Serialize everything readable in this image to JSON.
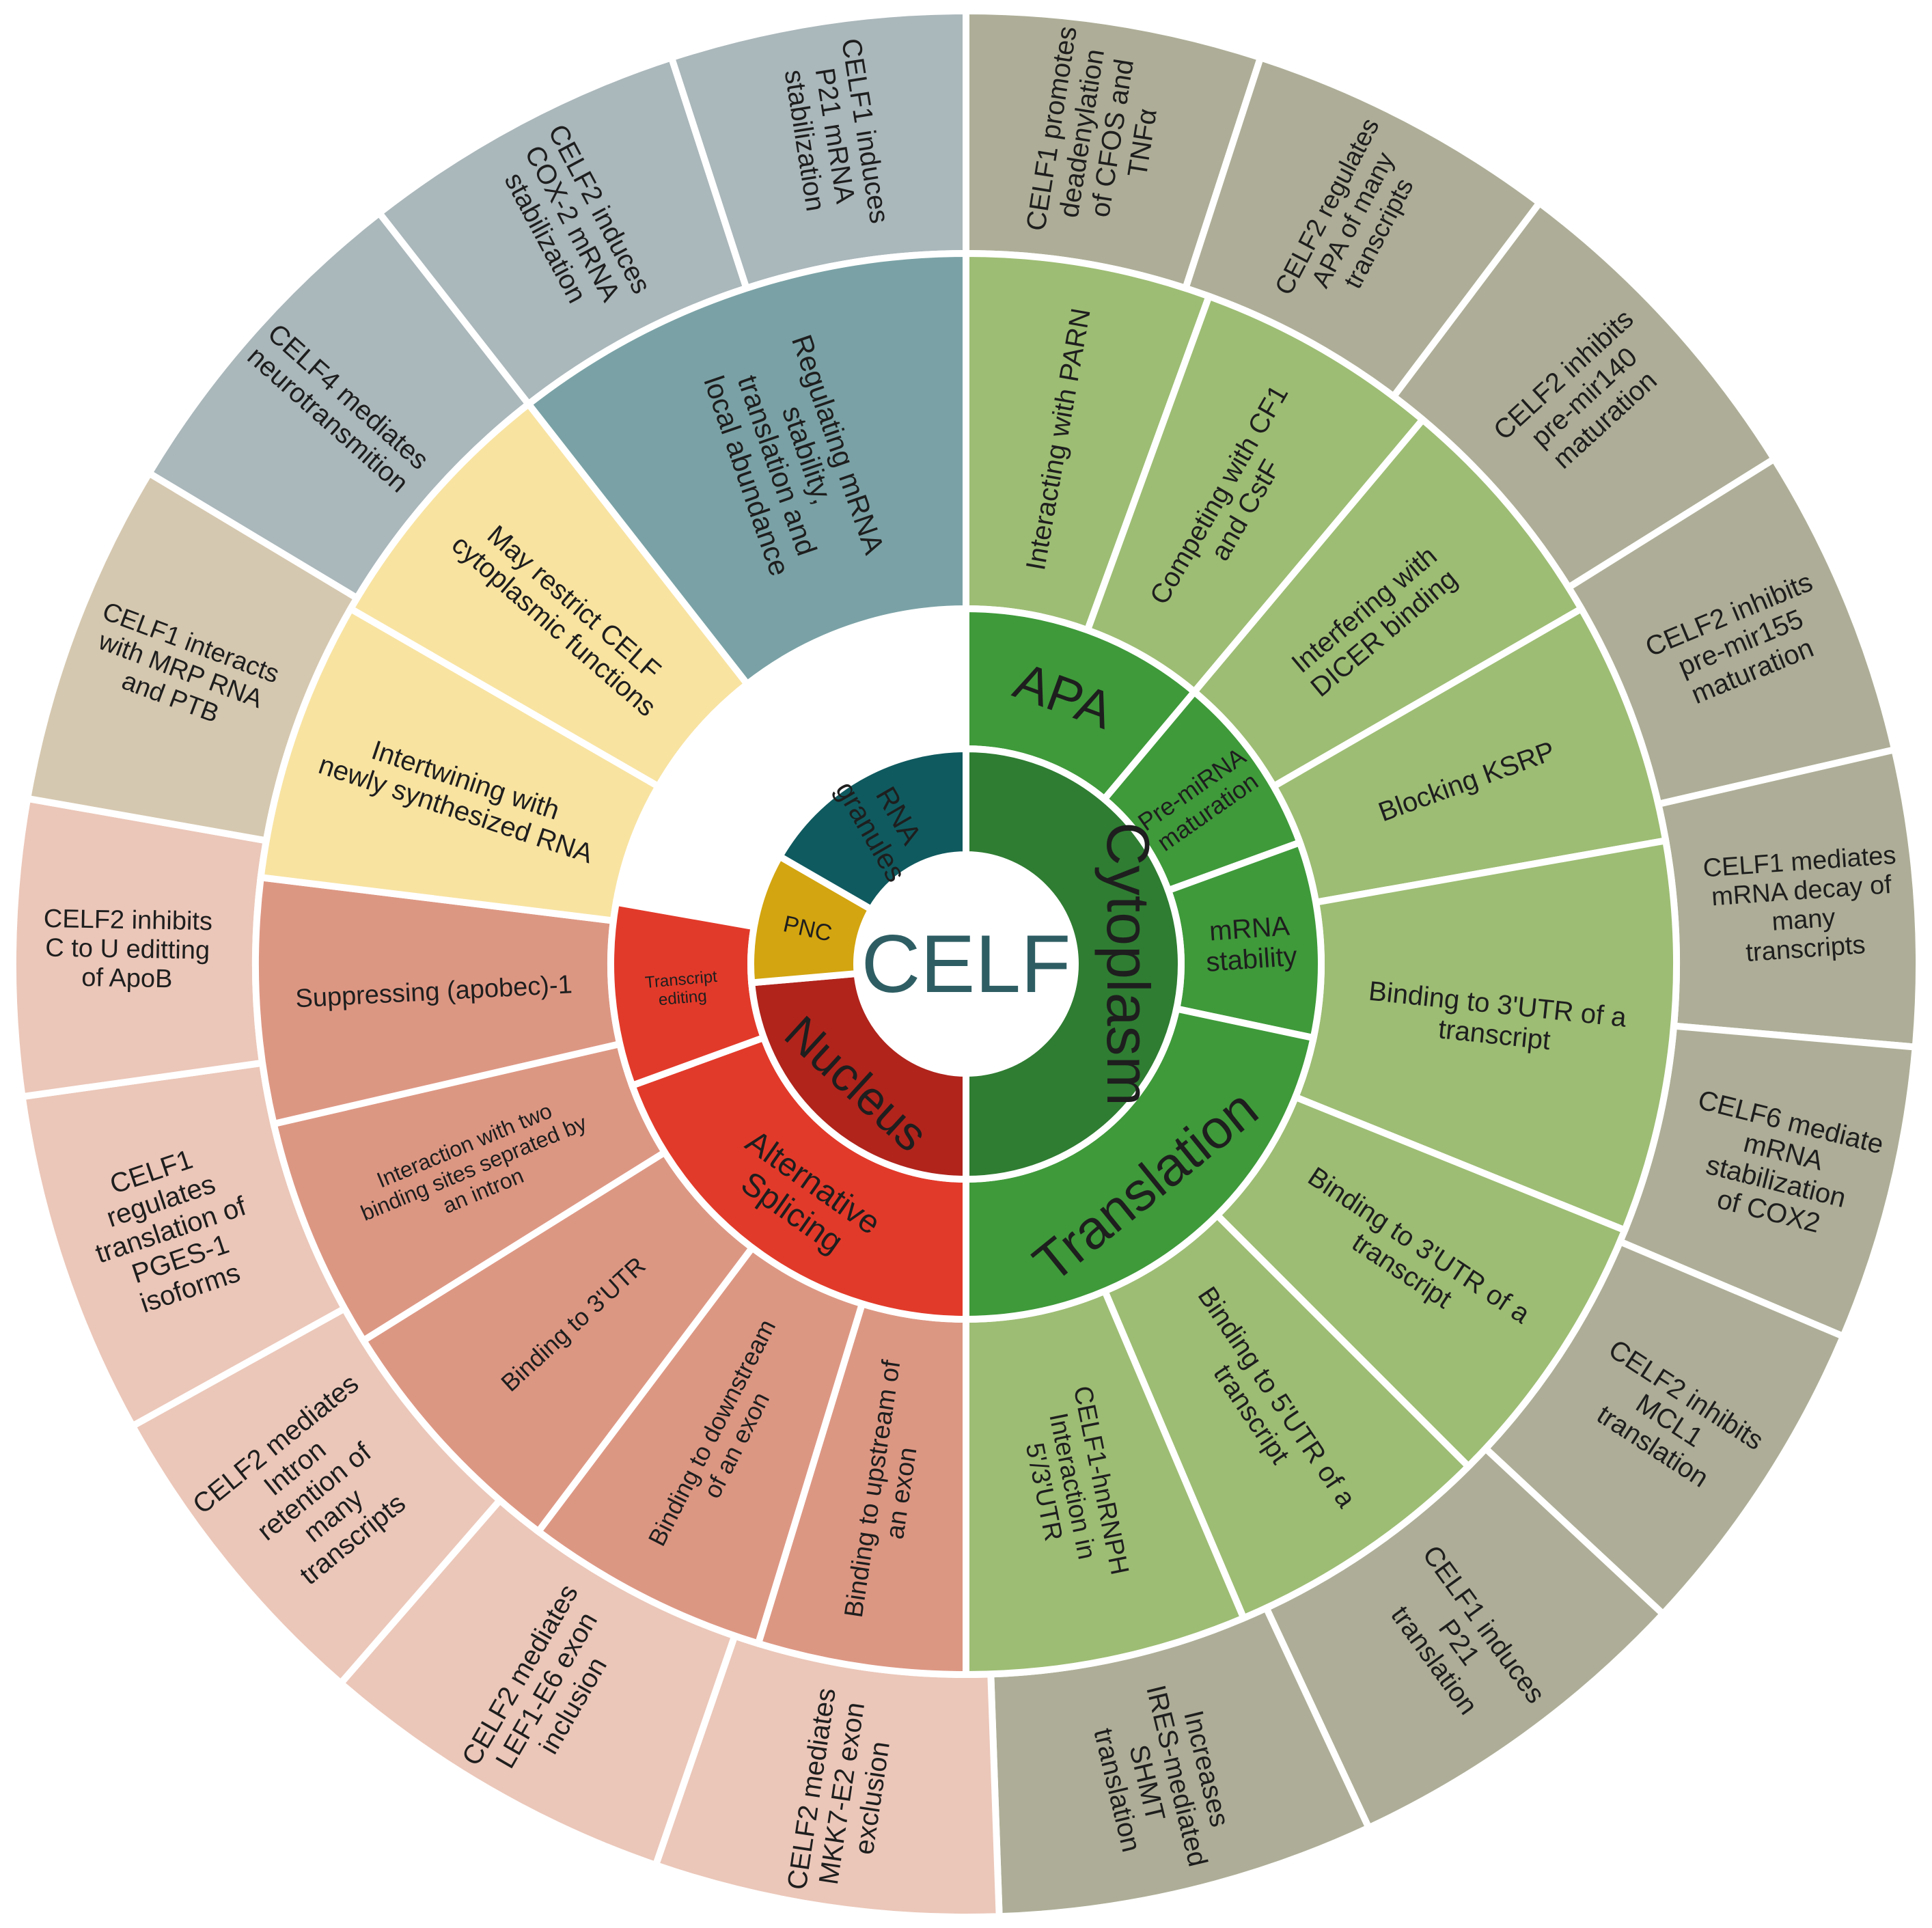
{
  "center": {
    "label": "CELF",
    "color": "#ffffff",
    "text_color": "#2e5e63"
  },
  "ring1": [
    {
      "id": "cytoplasm",
      "label": "Cytoplasm",
      "color": "#2f7d32",
      "text_color": "#ffffff"
    },
    {
      "id": "nucleus",
      "label": "Nucleus",
      "color": "#b0241c",
      "text_color": "#ffffff"
    },
    {
      "id": "pnc",
      "label": "PNC",
      "color": "#d3a510",
      "text_color": "#ffffff"
    },
    {
      "id": "rna-granules",
      "label": "RNA granules",
      "color": "#0f5a5f",
      "text_color": "#ffffff"
    }
  ],
  "ring2": [
    {
      "id": "apa",
      "label": "APA",
      "color": "#3f9a3a"
    },
    {
      "id": "pre-mirna",
      "label": "Pre-miRNA maturation",
      "color": "#3f9a3a"
    },
    {
      "id": "mrna-stability",
      "label": "mRNA stability",
      "color": "#3f9a3a"
    },
    {
      "id": "translation",
      "label": "Translation",
      "color": "#3f9a3a"
    },
    {
      "id": "alt-splicing",
      "label": "Alternative Splicing",
      "color": "#e23a2a"
    },
    {
      "id": "transcript-editing",
      "label": "Transcript editing",
      "color": "#e23a2a"
    }
  ],
  "ring3": [
    {
      "id": "m-parn",
      "label": "Interacting with PARN",
      "color": "#9dbd74"
    },
    {
      "id": "m-cf1",
      "label": "Competing with CF1 and CstF",
      "color": "#9dbd74"
    },
    {
      "id": "m-dicer",
      "label": "Interfering with DICER binding",
      "color": "#9dbd74"
    },
    {
      "id": "m-ksrp",
      "label": "Blocking KSRP",
      "color": "#9dbd74"
    },
    {
      "id": "m-3utr-a",
      "label": "Binding to 3'UTR of a transcript",
      "color": "#9dbd74"
    },
    {
      "id": "m-3utr-b",
      "label": "Binding to 3'UTR of a transcript",
      "color": "#9dbd74"
    },
    {
      "id": "m-5utr",
      "label": "Binding to 5'UTR of a transcript",
      "color": "#9dbd74"
    },
    {
      "id": "m-hnrnph",
      "label": "CELF1-hnRNPH Interaction in 5'/3'UTR",
      "color": "#9dbd74"
    },
    {
      "id": "m-upstream",
      "label": "Binding to upstream of an exon",
      "color": "#dc9783"
    },
    {
      "id": "m-downstream",
      "label": "Binding to downstream of an exon",
      "color": "#dc9783"
    },
    {
      "id": "m-3utr-c",
      "label": "Binding to 3'UTR",
      "color": "#dc9783"
    },
    {
      "id": "m-intron",
      "label": "Interaction with two binding sites seprated by an intron",
      "color": "#dc9783"
    },
    {
      "id": "m-apobec",
      "label": "Suppressing (apobec)-1",
      "color": "#dc9783"
    },
    {
      "id": "m-intertwining",
      "label": "Intertwining with newly synthesized RNA",
      "color": "#f8e3a1"
    },
    {
      "id": "m-restrict",
      "label": "May restrict CELF cytoplasmic functions",
      "color": "#f8e3a1"
    },
    {
      "id": "m-regulating",
      "label": "Regulating mRNA stability, translation and local abundance",
      "color": "#7aa2a6"
    }
  ],
  "ring4": [
    {
      "id": "o-cfos",
      "label": "CELF1 promotes deadenylation of CFOS and TNFα",
      "color": "#aeae98"
    },
    {
      "id": "o-apa",
      "label": "CELF2 regulates APA of many transcripts",
      "color": "#aeae98"
    },
    {
      "id": "o-mir140",
      "label": "CELF2 inhibits pre-mir140 maturation",
      "color": "#aeae98"
    },
    {
      "id": "o-mir155",
      "label": "CELF2 inhibits pre-mir155 maturation",
      "color": "#aeae98"
    },
    {
      "id": "o-decay",
      "label": "CELF1 mediates mRNA decay of many transcripts",
      "color": "#aeae98"
    },
    {
      "id": "o-cox2",
      "label": "CELF6 mediate mRNA stabilization of COX2",
      "color": "#aeae98"
    },
    {
      "id": "o-mcl1",
      "label": "CELF2 inhibits MCL1 translation",
      "color": "#aeae98"
    },
    {
      "id": "o-p21t",
      "label": "CELF1 induces P21 translation",
      "color": "#aeae98"
    },
    {
      "id": "o-shmt",
      "label": "Increases IRES-mediated SHMT translation",
      "color": "#aeae98"
    },
    {
      "id": "o-mkk7",
      "label": "CELF2 mediates MKK7-E2 exon exclusion",
      "color": "#ebc7b9"
    },
    {
      "id": "o-lef1",
      "label": "CELF2 mediates LEF1-E6 exon inclusion",
      "color": "#ebc7b9"
    },
    {
      "id": "o-intron",
      "label": "CELF2 mediates Intron retention of many transcripts",
      "color": "#ebc7b9"
    },
    {
      "id": "o-pges",
      "label": "CELF1 regulates translation of PGES-1 isoforms",
      "color": "#ebc7b9"
    },
    {
      "id": "o-apob",
      "label": "CELF2 inhibits C to U editting of ApoB",
      "color": "#ebc7b9"
    },
    {
      "id": "o-mrp",
      "label": "CELF1 interacts with MRP RNA and PTB",
      "color": "#d5c8b0"
    },
    {
      "id": "o-neuro",
      "label": "CELF4 mediates neurotransmition",
      "color": "#aab7bb"
    },
    {
      "id": "o-cox2mrna",
      "label": "CELF2 induces COX-2 mRNA stabilization",
      "color": "#aab7bb"
    },
    {
      "id": "o-p21s",
      "label": "CELF1 induces P21 mRNA stabilization",
      "color": "#aab7bb"
    }
  ]
}
